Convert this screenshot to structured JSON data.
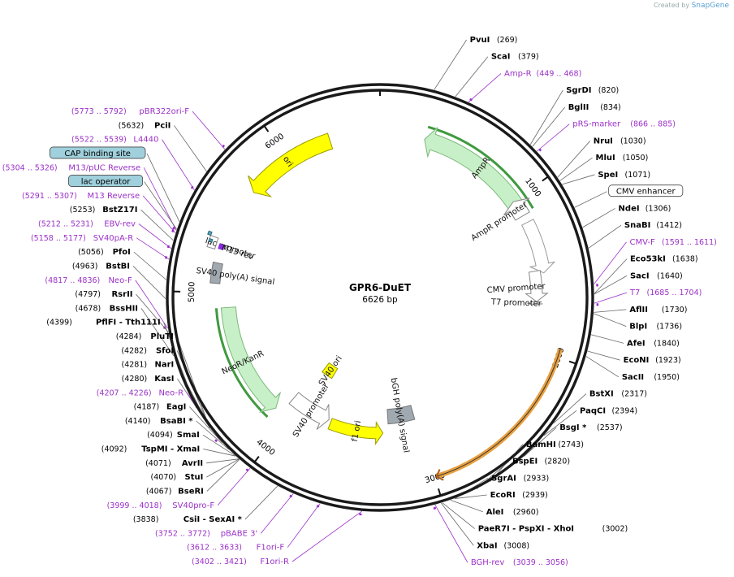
{
  "credit": {
    "prefix": "Created by",
    "brand": "SnapGene"
  },
  "plasmid": {
    "name": "GPR6-DuET",
    "length": "6626 bp",
    "size": 6626
  },
  "ticks": [
    {
      "pos": 1000,
      "label": "1000"
    },
    {
      "pos": 2000,
      "label": "2000"
    },
    {
      "pos": 3000,
      "label": "3000"
    },
    {
      "pos": 4000,
      "label": "4000"
    },
    {
      "pos": 5000,
      "label": "5000"
    },
    {
      "pos": 6000,
      "label": "6000"
    }
  ],
  "features": [
    {
      "name": "AmpR",
      "label": "AmpR",
      "start": 290,
      "end": 1100,
      "dir": "ccw",
      "color": "#c8f0c8",
      "stroke": "#7ab87a",
      "ring": "#3f9a3f"
    },
    {
      "name": "AmpR promoter",
      "label": "AmpR promoter",
      "start": 1000,
      "end": 1110,
      "dir": "ccw",
      "color": "#ffffff",
      "stroke": "#888",
      "ring": ""
    },
    {
      "name": "ori",
      "label": "ori",
      "start": 5700,
      "end": 6300,
      "dir": "ccw",
      "color": "#ffff00",
      "stroke": "#999900",
      "ring": ""
    },
    {
      "name": "CMV enhancer",
      "label": "",
      "start": 1160,
      "end": 1500,
      "dir": "cw",
      "color": "#ffffff",
      "stroke": "#999",
      "ring": ""
    },
    {
      "name": "CMV promoter",
      "label": "CMV promoter",
      "start": 1480,
      "end": 1685,
      "dir": "cw",
      "color": "#ffffff",
      "stroke": "#888",
      "ring": ""
    },
    {
      "name": "T7 promoter",
      "label": "T7 promoter",
      "start": 1685,
      "end": 1705,
      "dir": "cw",
      "color": "#ffffff",
      "stroke": "#888",
      "ring": ""
    },
    {
      "name": "GPR6",
      "label": "",
      "start": 1950,
      "end": 2990,
      "dir": "cw",
      "color": "#ffffff",
      "stroke": "#fff",
      "ring": "#e8a040"
    },
    {
      "name": "bGH poly(A) signal",
      "label": "bGH poly(A) signal",
      "start": 3020,
      "end": 3245,
      "dir": "none",
      "color": "#a0a8b0",
      "stroke": "#777",
      "ring": ""
    },
    {
      "name": "f1 ori",
      "label": "f1 ori",
      "start": 3290,
      "end": 3710,
      "dir": "ccw",
      "color": "#ffff00",
      "stroke": "#999900",
      "ring": ""
    },
    {
      "name": "SV40 promoter",
      "label": "SV40 promoter",
      "start": 3730,
      "end": 4060,
      "dir": "ccw",
      "color": "#ffffff",
      "stroke": "#888",
      "ring": ""
    },
    {
      "name": "SV40 ori",
      "label": "SV40 ori",
      "start": 3880,
      "end": 4010,
      "dir": "none",
      "color": "#ffff00",
      "stroke": "#999900",
      "ring": ""
    },
    {
      "name": "NeoR/KanR",
      "label": "NeoR/KanR",
      "start": 4110,
      "end": 4900,
      "dir": "ccw",
      "color": "#c8f0c8",
      "stroke": "#7ab87a",
      "ring": "#3f9a3f"
    },
    {
      "name": "SV40 poly(A) signal",
      "label": "SV40 poly(A) signal",
      "start": 5060,
      "end": 5190,
      "dir": "none",
      "color": "#a0a8b0",
      "stroke": "#777",
      "ring": ""
    },
    {
      "name": "lac promoter",
      "label": "lac promoter",
      "start": 5270,
      "end": 5340,
      "dir": "none",
      "color": "#ffffff",
      "stroke": "#888",
      "ring": ""
    },
    {
      "name": "M13 rev",
      "label": "M13 rev",
      "start": 5280,
      "end": 5310,
      "dir": "none",
      "color": "#8a2be2",
      "stroke": "#8a2be2",
      "ring": ""
    },
    {
      "name": "lac operator",
      "label": "",
      "start": 5305,
      "end": 5320,
      "dir": "none",
      "color": "#5aa0b0",
      "stroke": "#2b6f7f",
      "ring": ""
    },
    {
      "name": "CAP binding site",
      "label": "",
      "start": 5340,
      "end": 5360,
      "dir": "none",
      "color": "#5aa0b0",
      "stroke": "#2b6f7f",
      "ring": ""
    }
  ],
  "right_labels": [
    {
      "text": "PvuI",
      "pos": "(269)",
      "kind": "enzyme"
    },
    {
      "text": "ScaI",
      "pos": "(379)",
      "kind": "enzyme"
    },
    {
      "text": "Amp-R",
      "pos": "(449 .. 468)",
      "kind": "primer"
    },
    {
      "text": "SgrDI",
      "pos": "(820)",
      "kind": "enzyme"
    },
    {
      "text": "BglII",
      "pos": "(834)",
      "kind": "enzyme"
    },
    {
      "text": "pRS-marker",
      "pos": "(866 .. 885)",
      "kind": "primer"
    },
    {
      "text": "NruI",
      "pos": "(1030)",
      "kind": "enzyme"
    },
    {
      "text": "MluI",
      "pos": "(1050)",
      "kind": "enzyme"
    },
    {
      "text": "SpeI",
      "pos": "(1071)",
      "kind": "enzyme"
    },
    {
      "text": "CMV enhancer",
      "pos": "",
      "kind": "box"
    },
    {
      "text": "NdeI",
      "pos": "(1306)",
      "kind": "enzyme"
    },
    {
      "text": "SnaBI",
      "pos": "(1412)",
      "kind": "enzyme"
    },
    {
      "text": "CMV-F",
      "pos": "(1591 .. 1611)",
      "kind": "primer"
    },
    {
      "text": "Eco53kI",
      "pos": "(1638)",
      "kind": "enzyme"
    },
    {
      "text": "SacI",
      "pos": "(1640)",
      "kind": "enzyme"
    },
    {
      "text": "T7",
      "pos": "(1685 .. 1704)",
      "kind": "primer"
    },
    {
      "text": "AflII",
      "pos": "(1730)",
      "kind": "enzyme"
    },
    {
      "text": "BlpI",
      "pos": "(1736)",
      "kind": "enzyme"
    },
    {
      "text": "AfeI",
      "pos": "(1840)",
      "kind": "enzyme"
    },
    {
      "text": "EcoNI",
      "pos": "(1923)",
      "kind": "enzyme"
    },
    {
      "text": "SacII",
      "pos": "(1950)",
      "kind": "enzyme"
    },
    {
      "text": "BstXI",
      "pos": "(2317)",
      "kind": "enzyme"
    },
    {
      "text": "PaqCI",
      "pos": "(2394)",
      "kind": "enzyme"
    },
    {
      "text": "BsgI *",
      "pos": "(2537)",
      "kind": "enzyme"
    },
    {
      "text": "BamHI",
      "pos": "(2743)",
      "kind": "enzyme"
    },
    {
      "text": "BspEI",
      "pos": "(2820)",
      "kind": "enzyme"
    },
    {
      "text": "SgrAI",
      "pos": "(2933)",
      "kind": "enzyme"
    },
    {
      "text": "EcoRI",
      "pos": "(2939)",
      "kind": "enzyme"
    },
    {
      "text": "AleI",
      "pos": "(2960)",
      "kind": "enzyme"
    },
    {
      "text": "PaeR7I  - PspXI  - XhoI",
      "pos": "(3002)",
      "kind": "enzyme"
    },
    {
      "text": "XbaI",
      "pos": "(3008)",
      "kind": "enzyme"
    },
    {
      "text": "BGH-rev",
      "pos": "(3039 .. 3056)",
      "kind": "primer"
    }
  ],
  "left_labels": [
    {
      "text": "pBR322ori-F",
      "pos": "(5773 .. 5792)",
      "kind": "primer"
    },
    {
      "text": "PciI",
      "pos": "(5632)",
      "kind": "enzyme"
    },
    {
      "text": "L4440",
      "pos": "(5522 .. 5539)",
      "kind": "primer"
    },
    {
      "text": "CAP binding site",
      "pos": "",
      "kind": "box"
    },
    {
      "text": "M13/pUC Reverse",
      "pos": "(5304 .. 5326)",
      "kind": "primer"
    },
    {
      "text": "lac operator",
      "pos": "",
      "kind": "box"
    },
    {
      "text": "M13 Reverse",
      "pos": "(5291 .. 5307)",
      "kind": "primer"
    },
    {
      "text": "BstZ17I",
      "pos": "(5253)",
      "kind": "enzyme"
    },
    {
      "text": "EBV-rev",
      "pos": "(5212 .. 5231)",
      "kind": "primer"
    },
    {
      "text": "SV40pA-R",
      "pos": "(5158 .. 5177)",
      "kind": "primer"
    },
    {
      "text": "PfoI",
      "pos": "(5056)",
      "kind": "enzyme"
    },
    {
      "text": "BstBI",
      "pos": "(4963)",
      "kind": "enzyme"
    },
    {
      "text": "Neo-F",
      "pos": "(4817 .. 4836)",
      "kind": "primer"
    },
    {
      "text": "RsrII",
      "pos": "(4797)",
      "kind": "enzyme"
    },
    {
      "text": "BssHII",
      "pos": "(4678)",
      "kind": "enzyme"
    },
    {
      "text": "PflFI  - Tth111I",
      "pos": "(4399)",
      "kind": "enzyme"
    },
    {
      "text": "PluTI",
      "pos": "(4284)",
      "kind": "enzyme"
    },
    {
      "text": "SfoI",
      "pos": "(4282)",
      "kind": "enzyme"
    },
    {
      "text": "NarI",
      "pos": "(4281)",
      "kind": "enzyme"
    },
    {
      "text": "KasI",
      "pos": "(4280)",
      "kind": "enzyme"
    },
    {
      "text": "Neo-R",
      "pos": "(4207 .. 4226)",
      "kind": "primer"
    },
    {
      "text": "EagI",
      "pos": "(4187)",
      "kind": "enzyme"
    },
    {
      "text": "BsaBI *",
      "pos": "(4140)",
      "kind": "enzyme"
    },
    {
      "text": "SmaI",
      "pos": "(4094)",
      "kind": "enzyme"
    },
    {
      "text": "TspMI  - XmaI",
      "pos": "(4092)",
      "kind": "enzyme"
    },
    {
      "text": "AvrII",
      "pos": "(4071)",
      "kind": "enzyme"
    },
    {
      "text": "StuI",
      "pos": "(4070)",
      "kind": "enzyme"
    },
    {
      "text": "BseRI",
      "pos": "(4067)",
      "kind": "enzyme"
    },
    {
      "text": "SV40pro-F",
      "pos": "(3999 .. 4018)",
      "kind": "primer"
    },
    {
      "text": "CsiI  - SexAI *",
      "pos": "(3838)",
      "kind": "enzyme"
    },
    {
      "text": "pBABE 3'",
      "pos": "(3752 .. 3772)",
      "kind": "primer"
    },
    {
      "text": "F1ori-F",
      "pos": "(3612 .. 3633)",
      "kind": "primer"
    },
    {
      "text": "F1ori-R",
      "pos": "(3402 .. 3421)",
      "kind": "primer"
    }
  ],
  "colors": {
    "enzyme": "#000000",
    "primer": "#9b30c8",
    "box_fill": "#9fd0dc",
    "line": "#666666"
  }
}
